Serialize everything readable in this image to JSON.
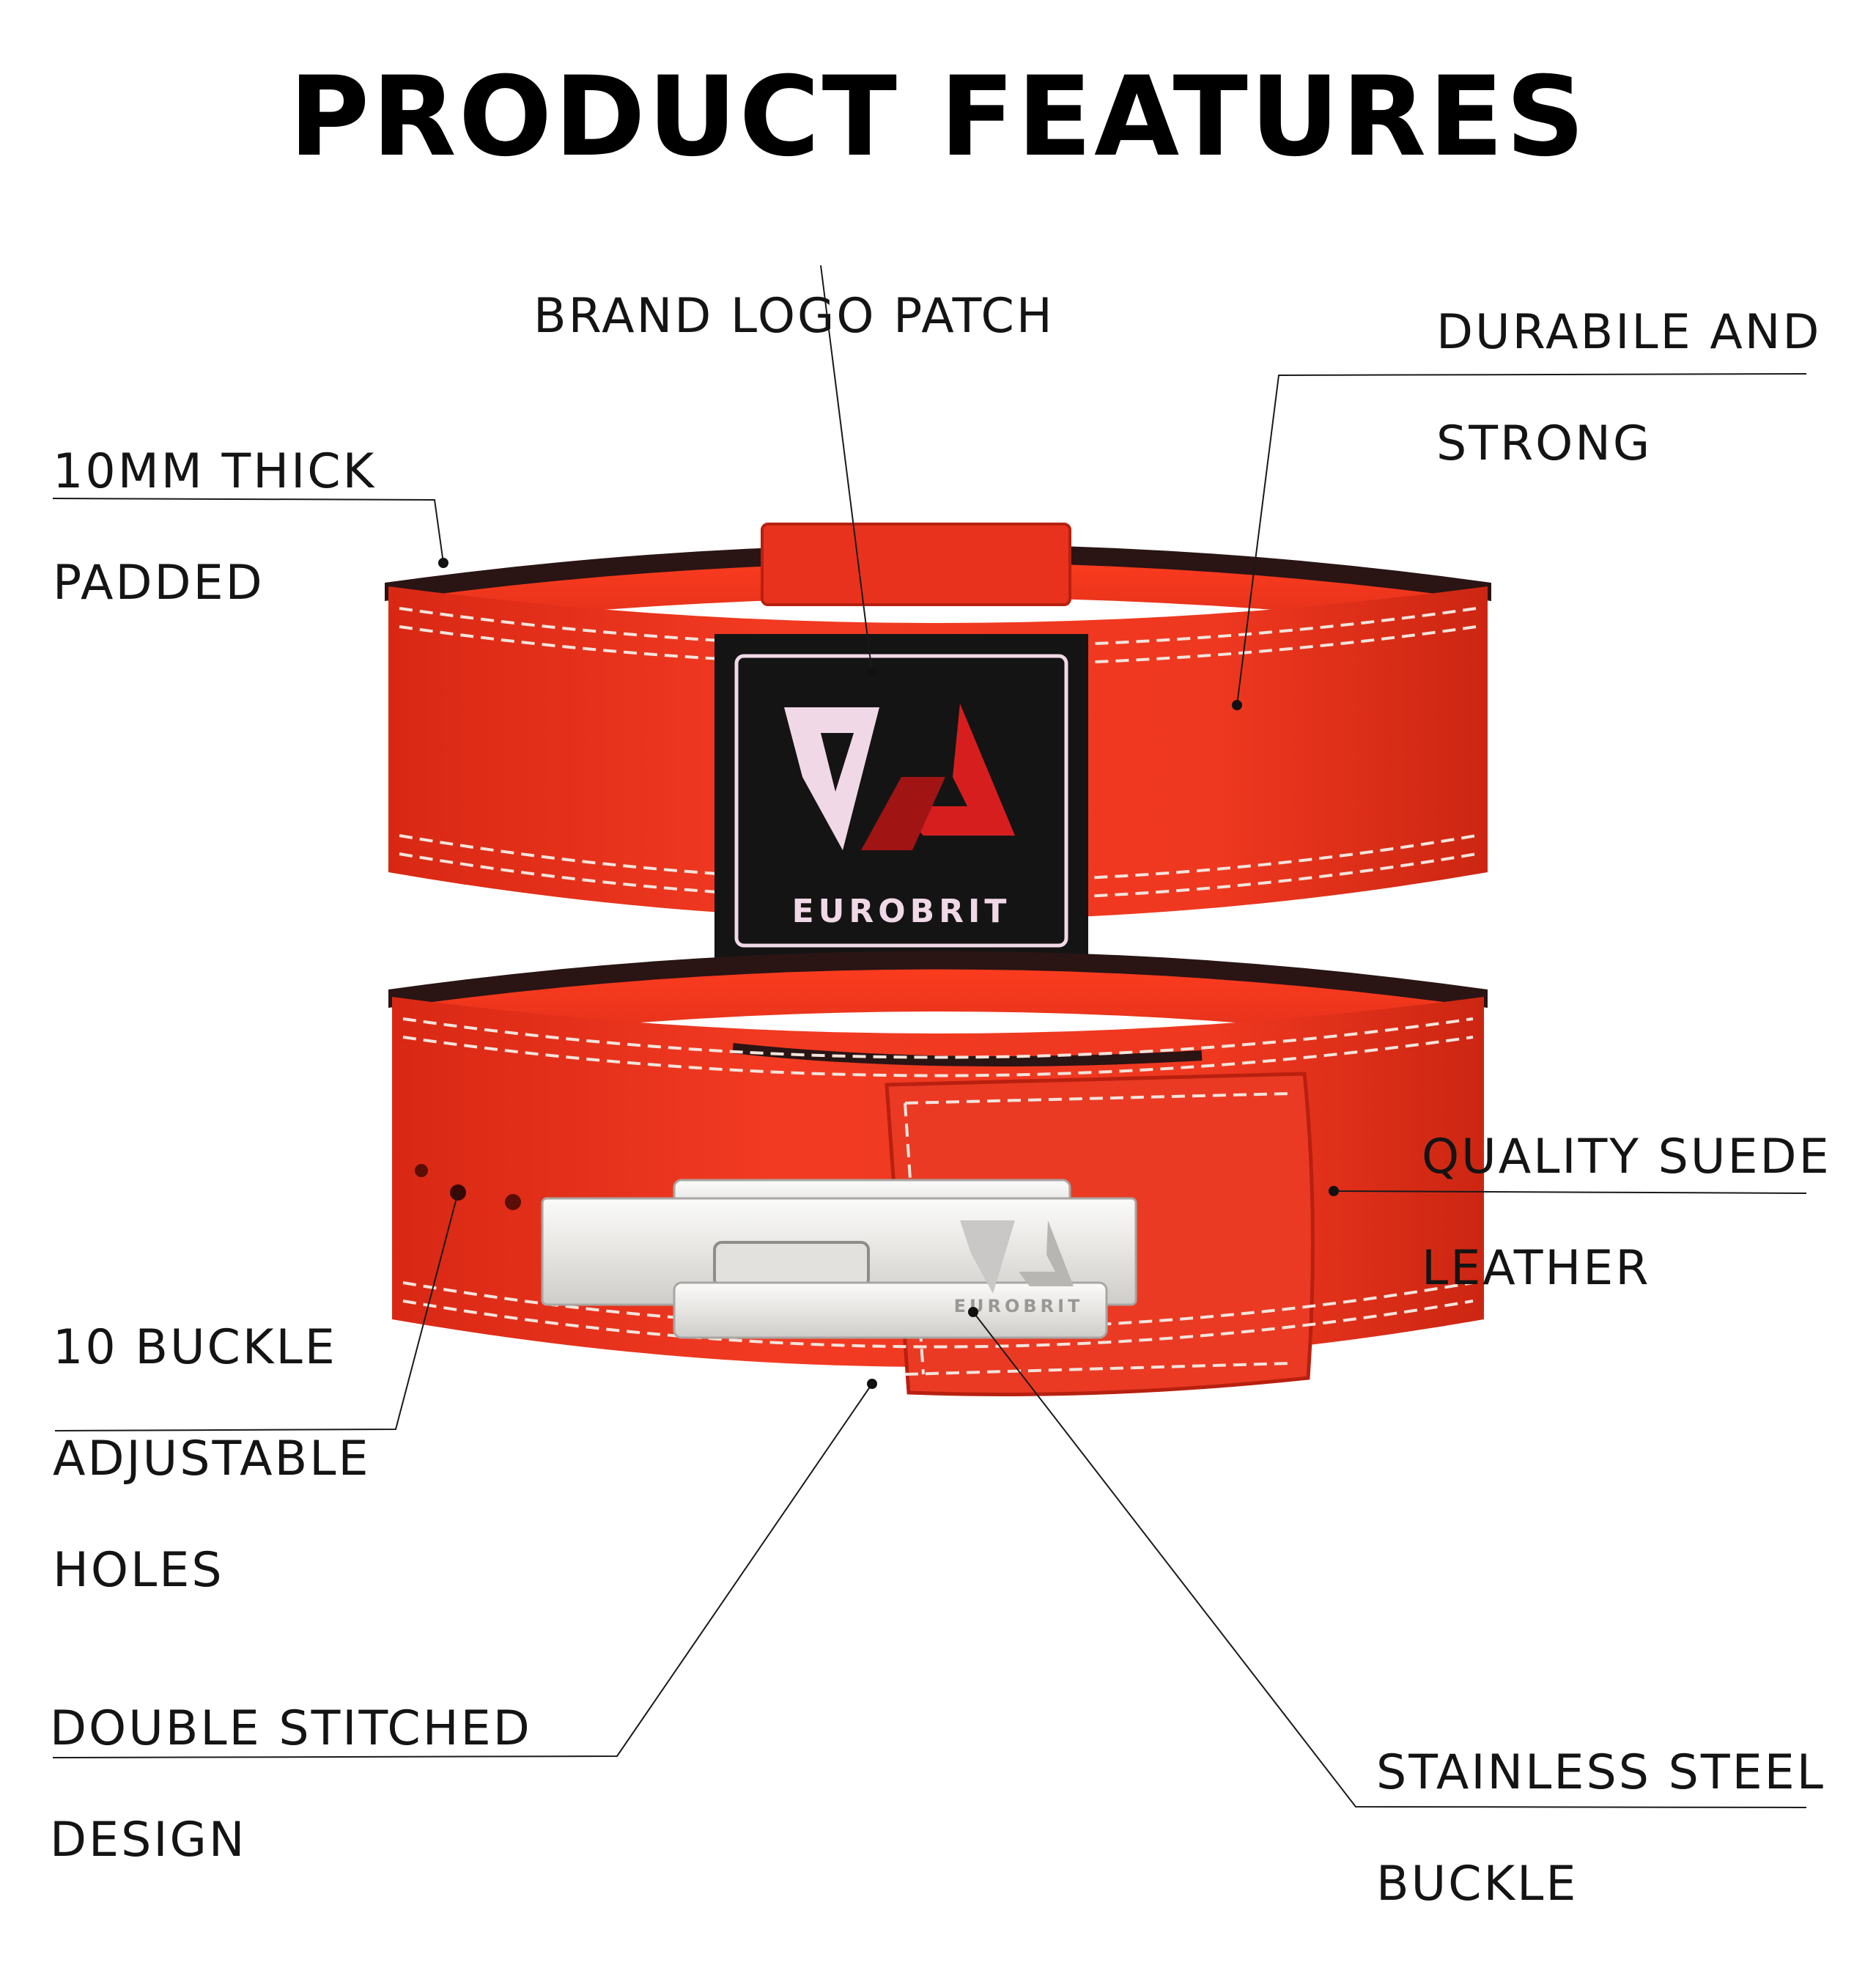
{
  "page": {
    "title": "PRODUCT FEATURES",
    "colors": {
      "belt_red": "#e8321e",
      "belt_dark": "#2a1414",
      "stitch": "#f3e4dc",
      "patch_black": "#141414",
      "logo_white": "#f0d8e6",
      "logo_red": "#d71e1e",
      "buckle_silver": "#ecebe8",
      "text": "#141414"
    }
  },
  "callouts": {
    "brand_logo_patch": [
      "BRAND LOGO PATCH"
    ],
    "durable_and_strong": [
      "DURABILE AND",
      "STRONG"
    ],
    "thick_padded": [
      "10MM THICK",
      "PADDED"
    ],
    "quality_suede": [
      "QUALITY SUEDE",
      "LEATHER"
    ],
    "buckle_holes": [
      "10 BUCKLE",
      "ADJUSTABLE",
      "HOLES"
    ],
    "double_stitched": [
      "DOUBLE STITCHED",
      "DESIGN"
    ],
    "stainless_buckle": [
      "STAINLESS STEEL",
      "BUCKLE"
    ]
  },
  "patch": {
    "brand_wordmark": "EUROBRIT"
  },
  "buckle": {
    "brand_wordmark": "EUROBRIT"
  }
}
